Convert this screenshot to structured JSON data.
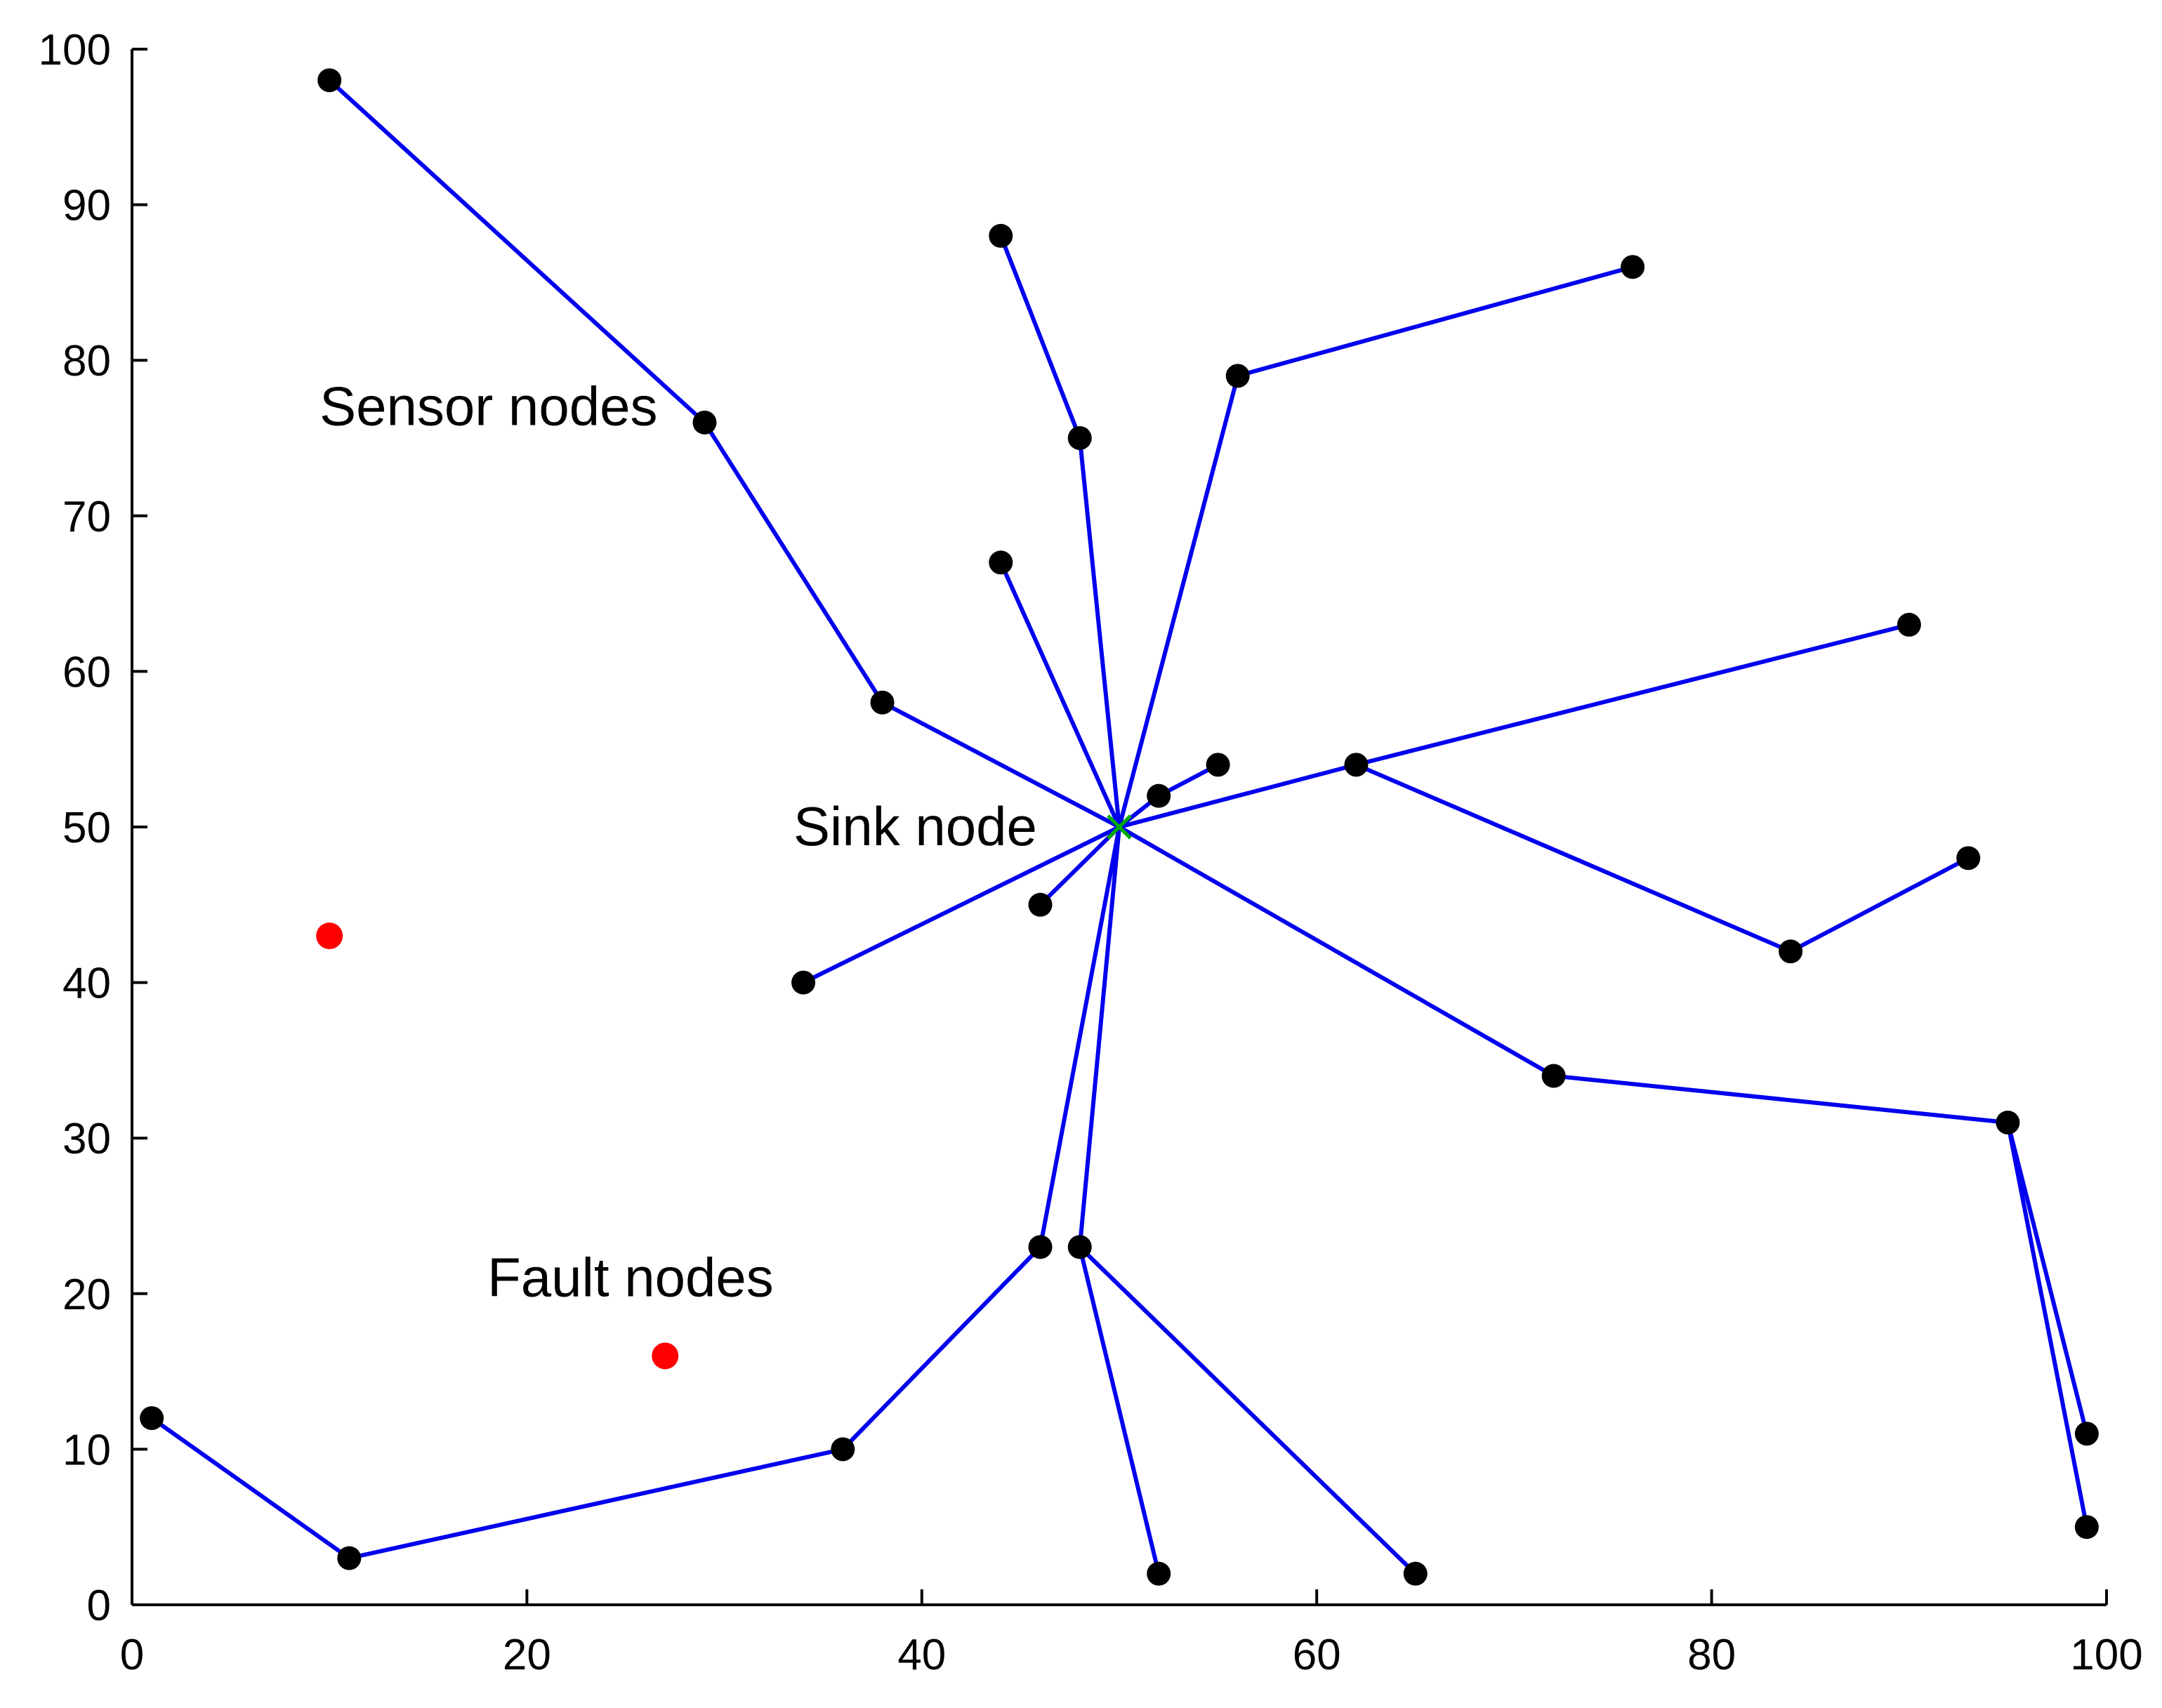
{
  "chart_data": {
    "type": "scatter",
    "title": "",
    "xlabel": "",
    "ylabel": "",
    "xlim": [
      0,
      100
    ],
    "ylim": [
      0,
      100
    ],
    "x_ticks": [
      0,
      20,
      40,
      60,
      80,
      100
    ],
    "y_ticks": [
      0,
      10,
      20,
      30,
      40,
      50,
      60,
      70,
      80,
      90,
      100
    ],
    "grid": false,
    "legend": "none",
    "colors": {
      "links": "#0000ee",
      "sensor": "#000000",
      "fault": "#ff0000",
      "sink": "#00aa00",
      "axis": "#000000"
    },
    "sink": {
      "x": 50,
      "y": 50
    },
    "sensor_nodes": [
      {
        "x": 10,
        "y": 98
      },
      {
        "x": 29,
        "y": 76
      },
      {
        "x": 38,
        "y": 58
      },
      {
        "x": 44,
        "y": 88
      },
      {
        "x": 48,
        "y": 75
      },
      {
        "x": 44,
        "y": 67
      },
      {
        "x": 56,
        "y": 79
      },
      {
        "x": 76,
        "y": 86
      },
      {
        "x": 52,
        "y": 52
      },
      {
        "x": 55,
        "y": 54
      },
      {
        "x": 62,
        "y": 54
      },
      {
        "x": 90,
        "y": 63
      },
      {
        "x": 84,
        "y": 42
      },
      {
        "x": 93,
        "y": 48
      },
      {
        "x": 46,
        "y": 45
      },
      {
        "x": 34,
        "y": 40
      },
      {
        "x": 72,
        "y": 34
      },
      {
        "x": 95,
        "y": 31
      },
      {
        "x": 99,
        "y": 11
      },
      {
        "x": 99,
        "y": 5
      },
      {
        "x": 46,
        "y": 23
      },
      {
        "x": 48,
        "y": 23
      },
      {
        "x": 36,
        "y": 10
      },
      {
        "x": 11,
        "y": 3
      },
      {
        "x": 1,
        "y": 12
      },
      {
        "x": 52,
        "y": 2
      },
      {
        "x": 65,
        "y": 2
      }
    ],
    "fault_nodes": [
      {
        "x": 10,
        "y": 43
      },
      {
        "x": 27,
        "y": 16
      }
    ],
    "links": [
      [
        [
          10,
          98
        ],
        [
          29,
          76
        ]
      ],
      [
        [
          29,
          76
        ],
        [
          38,
          58
        ]
      ],
      [
        [
          38,
          58
        ],
        [
          50,
          50
        ]
      ],
      [
        [
          44,
          88
        ],
        [
          48,
          75
        ]
      ],
      [
        [
          48,
          75
        ],
        [
          50,
          50
        ]
      ],
      [
        [
          44,
          67
        ],
        [
          50,
          50
        ]
      ],
      [
        [
          76,
          86
        ],
        [
          56,
          79
        ]
      ],
      [
        [
          56,
          79
        ],
        [
          50,
          50
        ]
      ],
      [
        [
          52,
          52
        ],
        [
          50,
          50
        ]
      ],
      [
        [
          55,
          54
        ],
        [
          52,
          52
        ]
      ],
      [
        [
          90,
          63
        ],
        [
          62,
          54
        ]
      ],
      [
        [
          62,
          54
        ],
        [
          50,
          50
        ]
      ],
      [
        [
          93,
          48
        ],
        [
          84,
          42
        ]
      ],
      [
        [
          84,
          42
        ],
        [
          62,
          54
        ]
      ],
      [
        [
          46,
          45
        ],
        [
          50,
          50
        ]
      ],
      [
        [
          34,
          40
        ],
        [
          50,
          50
        ]
      ],
      [
        [
          99,
          11
        ],
        [
          95,
          31
        ]
      ],
      [
        [
          99,
          5
        ],
        [
          95,
          31
        ]
      ],
      [
        [
          95,
          31
        ],
        [
          72,
          34
        ]
      ],
      [
        [
          72,
          34
        ],
        [
          50,
          50
        ]
      ],
      [
        [
          1,
          12
        ],
        [
          11,
          3
        ]
      ],
      [
        [
          11,
          3
        ],
        [
          36,
          10
        ]
      ],
      [
        [
          36,
          10
        ],
        [
          46,
          23
        ]
      ],
      [
        [
          46,
          23
        ],
        [
          50,
          50
        ]
      ],
      [
        [
          48,
          23
        ],
        [
          50,
          50
        ]
      ],
      [
        [
          52,
          2
        ],
        [
          48,
          23
        ]
      ],
      [
        [
          65,
          2
        ],
        [
          48,
          23
        ]
      ]
    ],
    "annotations": [
      {
        "text": "Sensor nodes",
        "x": 9.5,
        "y": 77
      },
      {
        "text": "Sink node",
        "x": 33.5,
        "y": 50
      },
      {
        "text": "Fault nodes",
        "x": 18,
        "y": 21
      }
    ]
  }
}
